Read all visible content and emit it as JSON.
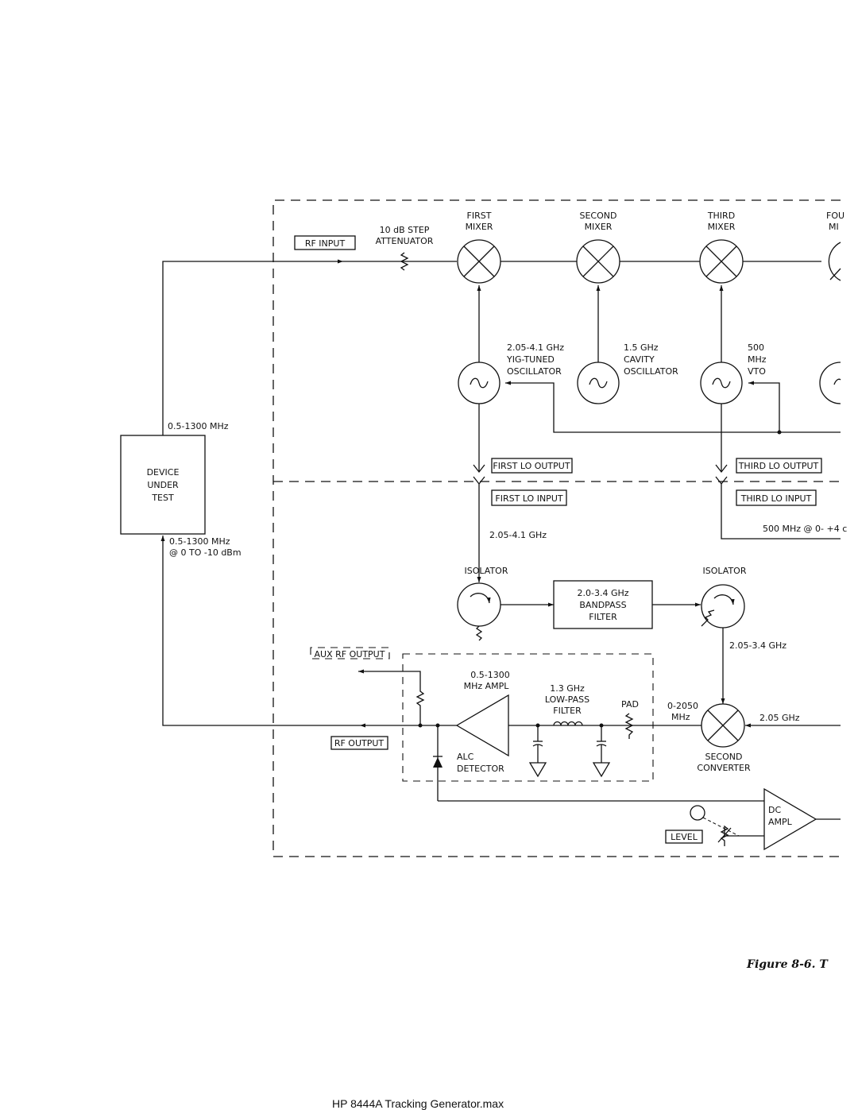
{
  "labels": {
    "step_atten_1": "10 dB STEP",
    "step_atten_2": "ATTENUATOR",
    "first_mixer_1": "FIRST",
    "first_mixer_2": "MIXER",
    "second_mixer_1": "SECOND",
    "second_mixer_2": "MIXER",
    "third_mixer_1": "THIRD",
    "third_mixer_2": "MIXER",
    "fourth_mixer_1": "FOU",
    "fourth_mixer_2": "MI",
    "rf_input": "RF INPUT",
    "yig_1": "2.05-4.1 GHz",
    "yig_2": "YIG-TUNED",
    "yig_3": "OSCILLATOR",
    "cavity_1": "1.5 GHz",
    "cavity_2": "CAVITY",
    "cavity_3": "OSCILLATOR",
    "vto_1": "500",
    "vto_2": "MHz",
    "vto_3": "VTO",
    "dut_freq_top": "0.5-1300 MHz",
    "dut_1": "DEVICE",
    "dut_2": "UNDER",
    "dut_3": "TEST",
    "dut_freq_bottom_1": "0.5-1300 MHz",
    "dut_freq_bottom_2": "@ 0 TO -10 dBm",
    "first_lo_output": "FIRST LO OUTPUT",
    "third_lo_output": "THIRD LO OUTPUT",
    "first_lo_input": "FIRST LO INPUT",
    "third_lo_input": "THIRD LO INPUT",
    "first_lo_freq": "2.05-4.1 GHz",
    "third_lo_freq": "500 MHz @ 0- +4 c",
    "isolator_left": "ISOLATOR",
    "isolator_right": "ISOLATOR",
    "bpf_1": "2.0-3.4 GHz",
    "bpf_2": "BANDPASS",
    "bpf_3": "FILTER",
    "bpf_out_freq": "2.05-3.4 GHz",
    "aux_rf_output": "AUX RF OUTPUT",
    "ampl_1": "0.5-1300",
    "ampl_2": "MHz AMPL",
    "lpf_1": "1.3 GHz",
    "lpf_2": "LOW-PASS",
    "lpf_3": "FILTER",
    "pad": "PAD",
    "if_freq_1": "0-2050",
    "if_freq_2": "MHz",
    "second_conv_freq": "2.05 GHz",
    "rf_output": "RF OUTPUT",
    "alc_1": "ALC",
    "alc_2": "DETECTOR",
    "second_conv_1": "SECOND",
    "second_conv_2": "CONVERTER",
    "dc_ampl_1": "DC",
    "dc_ampl_2": "AMPL",
    "level": "LEVEL"
  },
  "caption": "Figure 8-6.  T",
  "footer": "HP 8444A Tracking Generator.max"
}
